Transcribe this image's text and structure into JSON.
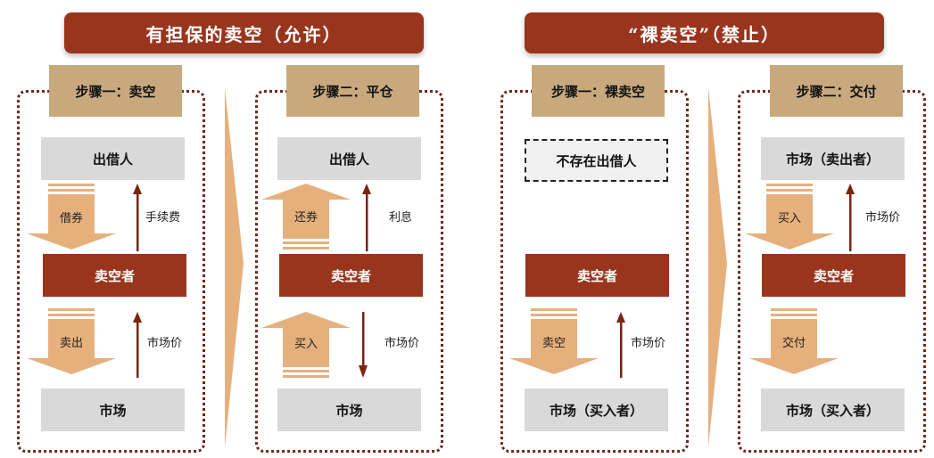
{
  "colors": {
    "banner": "#9a351d",
    "step_tab": "#c8a97e",
    "gray_box": "#d9d9d9",
    "seller_box": "#9a351d",
    "big_arrow": "#e6b07c",
    "thin_arrow": "#7a2412",
    "dotted_border": "#6b2a1c"
  },
  "sections": [
    {
      "title": "有担保的卖空（允许）",
      "steps": [
        {
          "tab": "步骤一：卖空",
          "top_box": "出借人",
          "middle_box": "卖空者",
          "bottom_box": "市场",
          "upper_big_arrow": {
            "label": "借券",
            "direction": "down"
          },
          "upper_thin_arrow": {
            "label": "手续费",
            "direction": "up"
          },
          "lower_big_arrow": {
            "label": "卖出",
            "direction": "down"
          },
          "lower_thin_arrow": {
            "label": "市场价",
            "direction": "up"
          }
        },
        {
          "tab": "步骤二：平仓",
          "top_box": "出借人",
          "middle_box": "卖空者",
          "bottom_box": "市场",
          "upper_big_arrow": {
            "label": "还券",
            "direction": "up"
          },
          "upper_thin_arrow": {
            "label": "利息",
            "direction": "up"
          },
          "lower_big_arrow": {
            "label": "买入",
            "direction": "up"
          },
          "lower_thin_arrow": {
            "label": "市场价",
            "direction": "down"
          }
        }
      ]
    },
    {
      "title": "“裸卖空”（禁止）",
      "steps": [
        {
          "tab": "步骤一：裸卖空",
          "top_box": "不存在出借人",
          "middle_box": "卖空者",
          "bottom_box": "市场（买入者）",
          "lower_big_arrow": {
            "label": "卖空",
            "direction": "down"
          },
          "lower_thin_arrow": {
            "label": "市场价",
            "direction": "up"
          }
        },
        {
          "tab": "步骤二：交付",
          "top_box": "市场（卖出者）",
          "middle_box": "卖空者",
          "bottom_box": "市场（买入者）",
          "upper_big_arrow": {
            "label": "买入",
            "direction": "down"
          },
          "upper_thin_arrow": {
            "label": "市场价",
            "direction": "up"
          },
          "lower_big_arrow": {
            "label": "交付",
            "direction": "down"
          }
        }
      ]
    }
  ]
}
